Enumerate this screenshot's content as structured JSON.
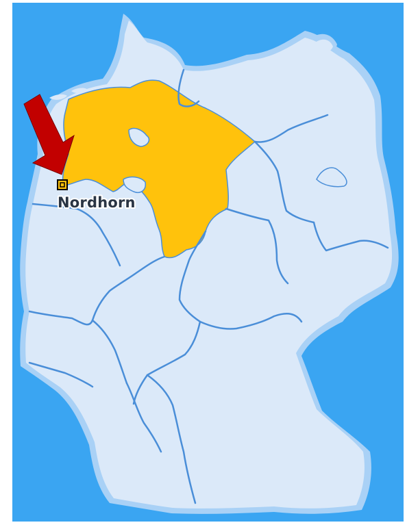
{
  "map": {
    "country": "Germany",
    "highlighted_state": "Niedersachsen",
    "marker": {
      "label": "Nordhorn",
      "icon": "location-square-marker-icon"
    },
    "pointer": {
      "icon": "red-arrow-pointer-icon"
    },
    "colors": {
      "sea": "#3aa5f2",
      "land": "#dbe9f9",
      "coast_halo": "#a9d1f6",
      "border": "#4a8ed8",
      "highlight": "#ffc20c",
      "arrow": "#c20000",
      "label_text": "#2a3544",
      "label_halo": "#ffffff"
    }
  }
}
